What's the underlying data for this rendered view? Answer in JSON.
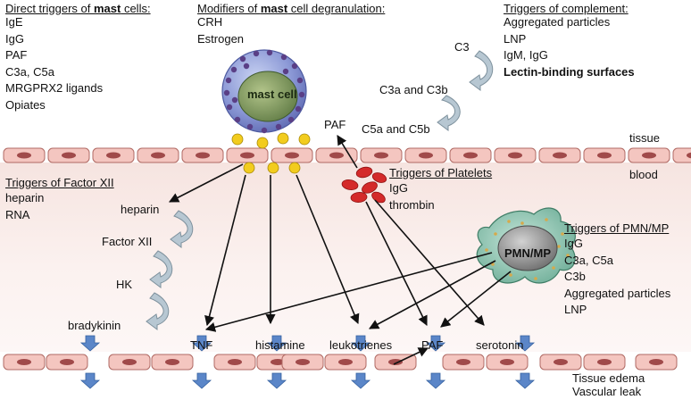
{
  "colors": {
    "cell_fill": "#f4c6c0",
    "cell_stroke": "#b06a64",
    "nucleus": "#a04a4a",
    "granule": "#f2cc1e",
    "platelet": "#d42a2a",
    "flow_arrow": "#5b86c8",
    "cycle_arrow": "#b7c7d2"
  },
  "direct_triggers": {
    "heading_prefix": "Direct triggers of ",
    "heading_bold": "mast",
    "heading_suffix": " cells:",
    "items": [
      "IgE",
      "IgG",
      "PAF",
      "C3a, C5a",
      "MRGPRX2 ligands",
      "Opiates"
    ]
  },
  "modifiers": {
    "heading_prefix": "Modifiers of ",
    "heading_bold": "mast",
    "heading_suffix": " cell degranulation:",
    "items": [
      "CRH",
      "Estrogen"
    ]
  },
  "complement_triggers": {
    "heading": "Triggers of complement:",
    "items": [
      "Aggregated particles",
      "LNP",
      "IgM, IgG"
    ],
    "bold_item": "Lectin-binding surfaces"
  },
  "complement_cascade": {
    "c3": "C3",
    "c3_split": "C3a and C3b",
    "c5_split": "C5a and C5b"
  },
  "mast_cell_label": "mast cell",
  "paf_top": "PAF",
  "compartments": {
    "tissue": "tissue",
    "blood": "blood"
  },
  "factor_xii_triggers": {
    "heading": "Triggers of Factor XII",
    "items": [
      "heparin",
      "RNA"
    ]
  },
  "contact_cascade": [
    "heparin",
    "Factor XII",
    "HK",
    "bradykinin"
  ],
  "platelet_triggers": {
    "heading": "Triggers of Platelets",
    "items": [
      "IgG",
      "thrombin"
    ]
  },
  "pmn_label": "PMN/MP",
  "pmn_triggers": {
    "heading": "Triggers of PMN/MP",
    "items": [
      "IgG",
      "C3a, C5a",
      "C3b",
      "Aggregated particles",
      "LNP"
    ]
  },
  "mediators": {
    "tnf": "TNF",
    "histamine": "histamine",
    "leukotrienes": "leukotrienes",
    "paf": "PAF",
    "serotonin": "serotonin"
  },
  "outcomes": [
    "Tissue edema",
    "Vascular leak"
  ]
}
